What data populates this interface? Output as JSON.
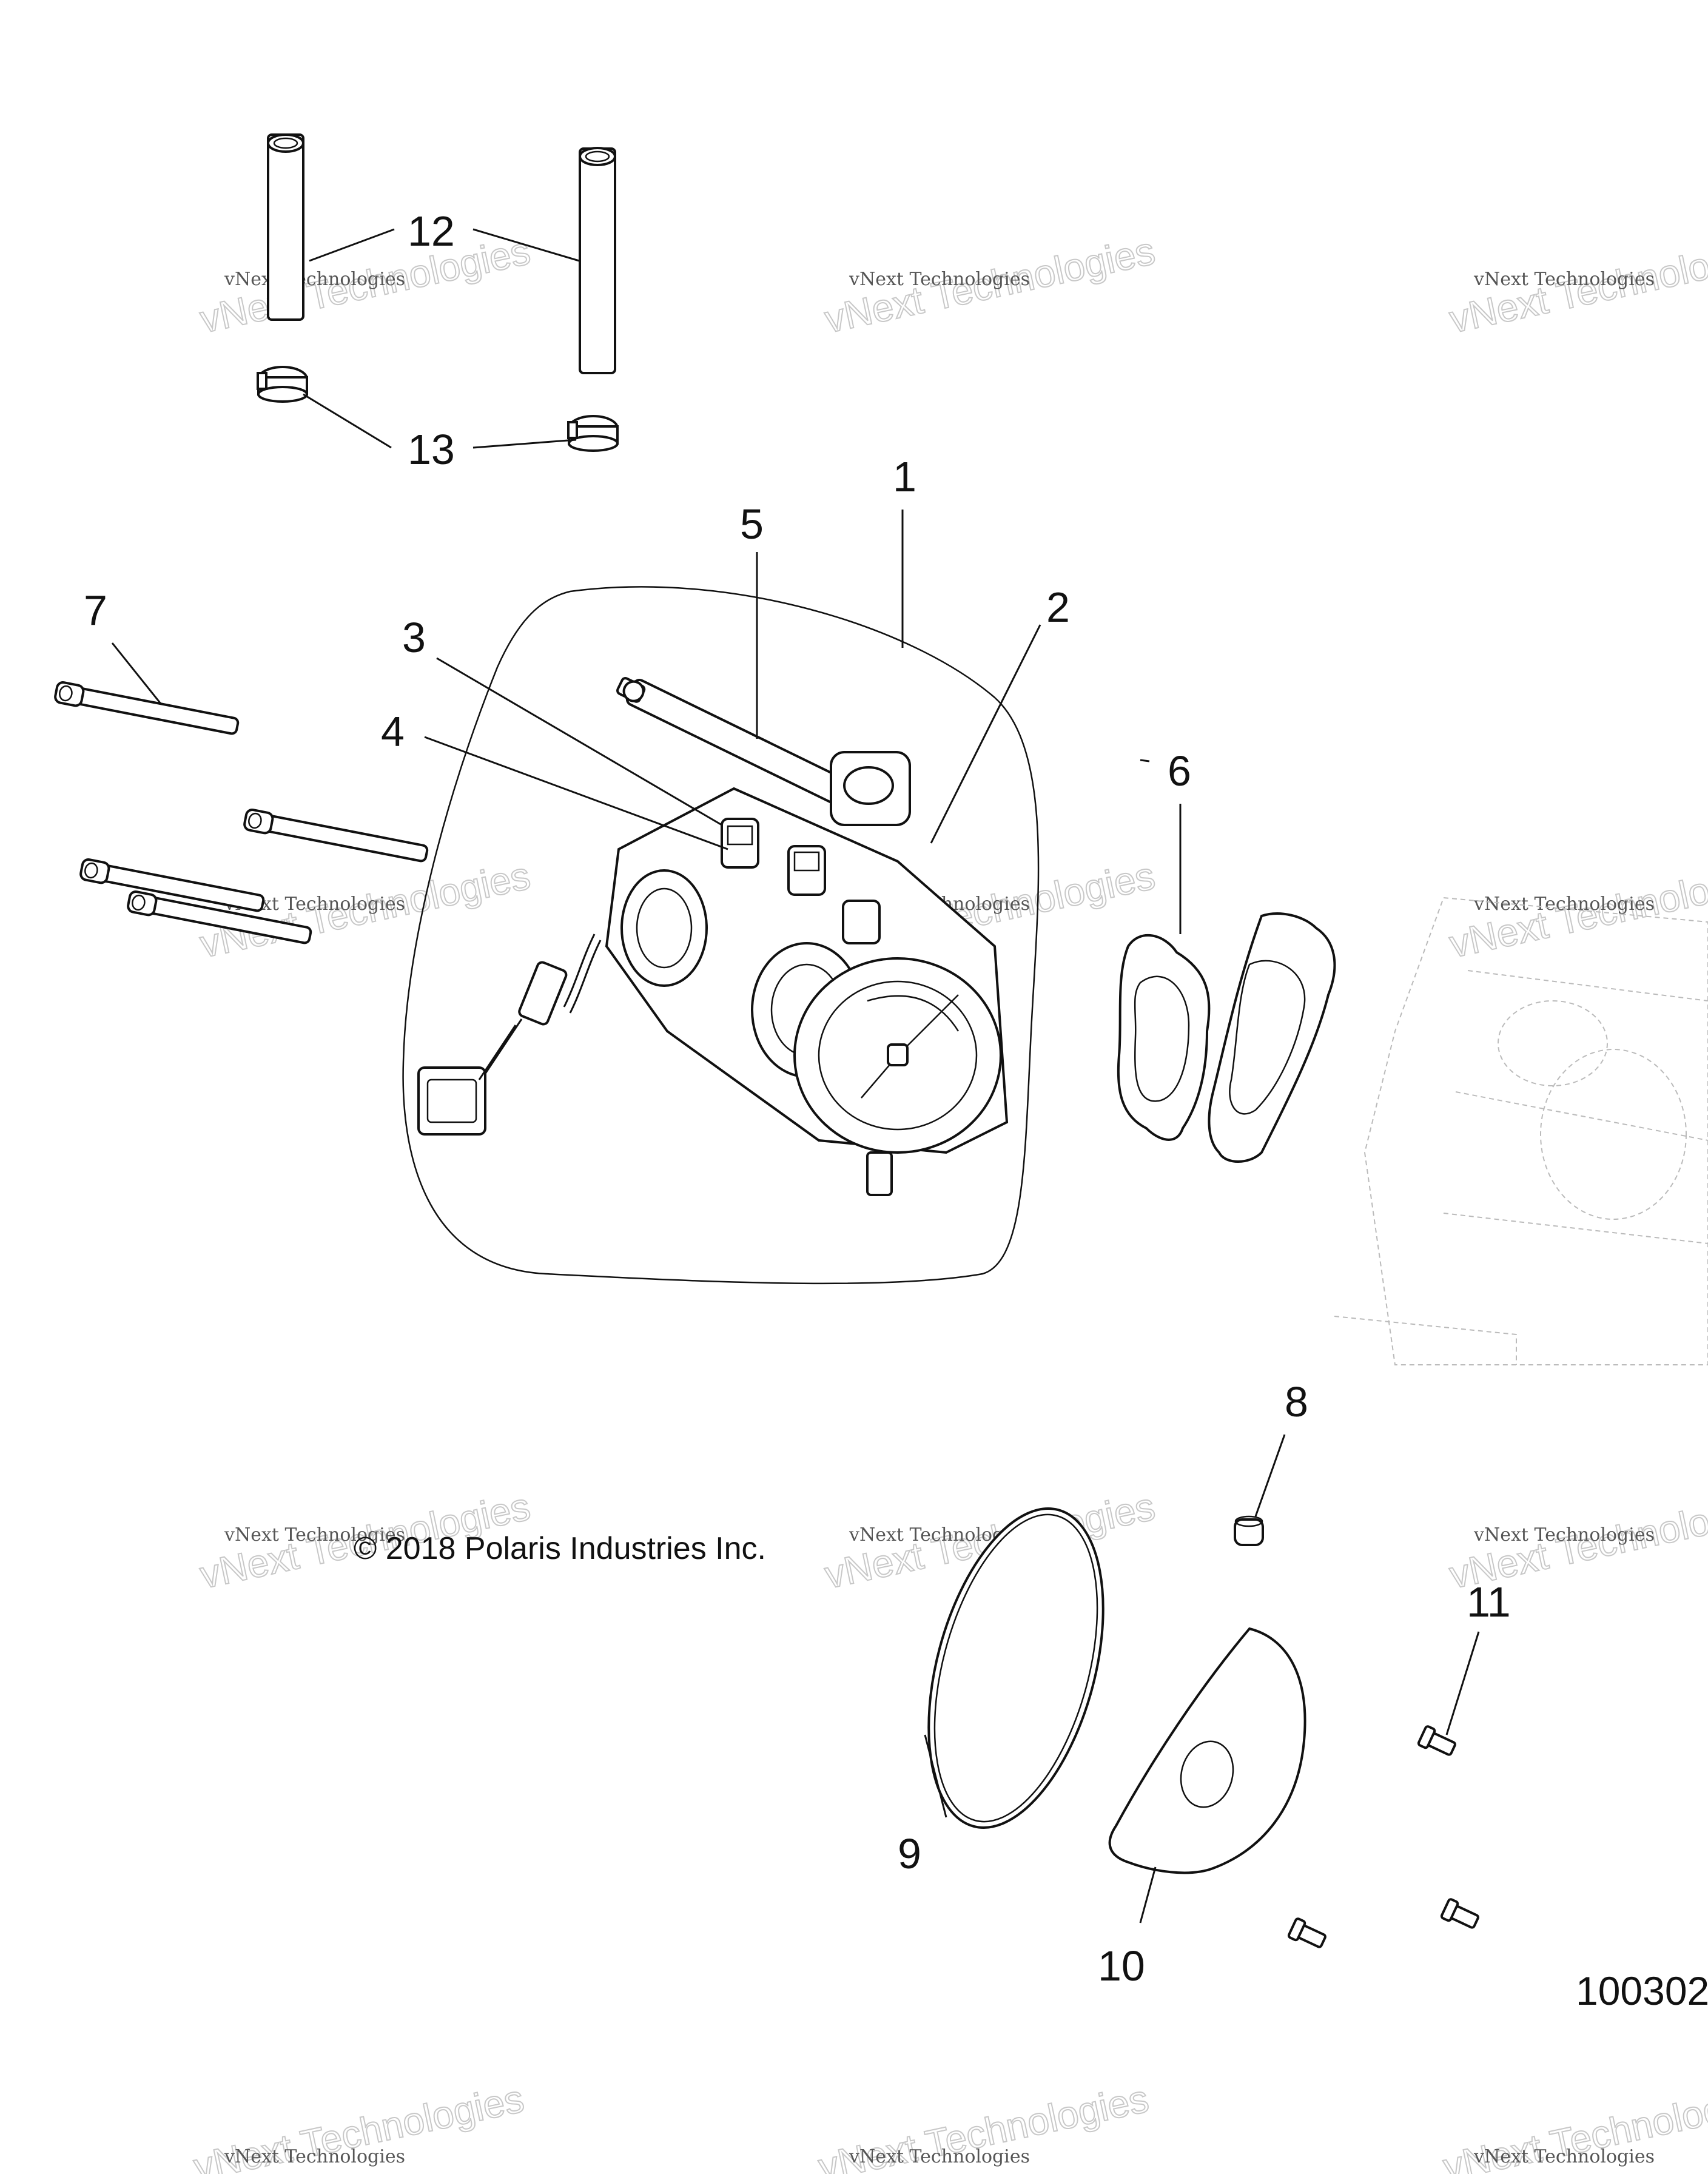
{
  "callouts": [
    "1",
    "2",
    "3",
    "4",
    "5",
    "6",
    "7",
    "8",
    "9",
    "10",
    "11",
    "12",
    "13"
  ],
  "copyright": "© 2018 Polaris Industries Inc.",
  "part_number": "100302",
  "watermark": {
    "line1": "vNext Technologies",
    "line2": "vNext Technologies"
  }
}
